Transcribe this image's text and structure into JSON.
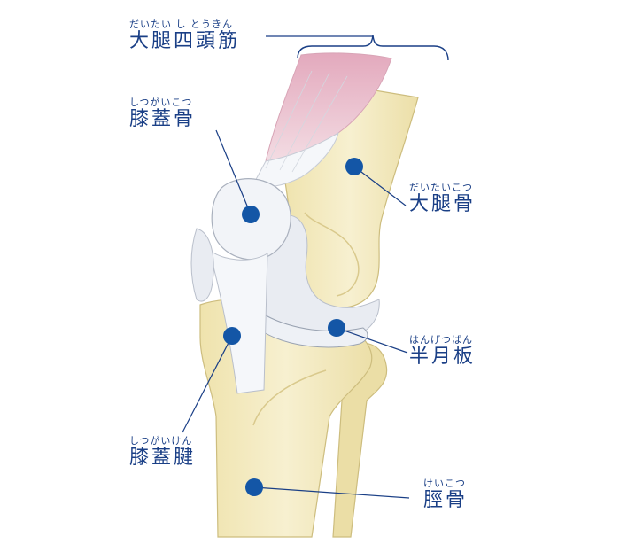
{
  "colors": {
    "label": "#1a3f86",
    "marker": "#1456a6",
    "leader": "#1a3f86",
    "bone": "#f4ecc4",
    "bone_shade": "#e6d9a1",
    "cartilage": "#e9ecf2",
    "tendon": "#f5f7fa",
    "muscle": "#e8b7c6"
  },
  "labels": {
    "quadriceps": {
      "ruby": "だいたい し とうきん",
      "term": "大腿四頭筋"
    },
    "patella": {
      "ruby": "しつがいこつ",
      "term": "膝蓋骨"
    },
    "femur": {
      "ruby": "だいたいこつ",
      "term": "大腿骨"
    },
    "meniscus": {
      "ruby": "はんげつばん",
      "term": "半月板"
    },
    "patellar_tendon": {
      "ruby": "しつがいけん",
      "term": "膝蓋腱"
    },
    "tibia": {
      "ruby": "けいこつ",
      "term": "脛骨"
    }
  }
}
